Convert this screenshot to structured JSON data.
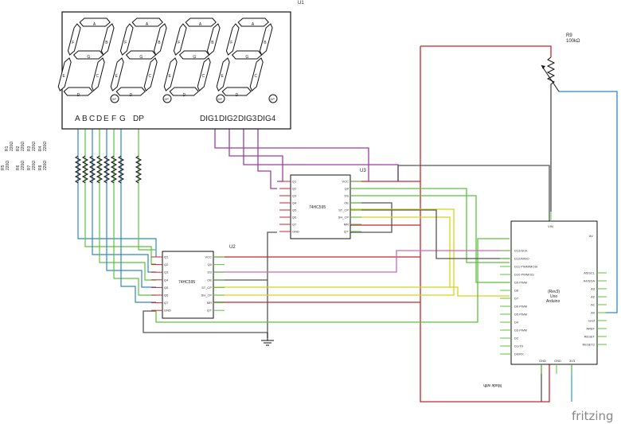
{
  "display": {
    "ref": "U1",
    "segment_labels": [
      "A",
      "B",
      "C",
      "D",
      "E",
      "F",
      "G"
    ],
    "dp_label": "DP",
    "digit_labels": [
      "DIG1",
      "DIG2",
      "DIG3",
      "DIG4"
    ],
    "seg_letters": [
      "A",
      "F",
      "B",
      "G",
      "E",
      "C",
      "D"
    ],
    "dp_badge": "DP"
  },
  "resistors": {
    "labels": [
      {
        "ref": "R1",
        "value": "220Ω"
      },
      {
        "ref": "R2",
        "value": "220Ω"
      },
      {
        "ref": "R3",
        "value": "220Ω"
      },
      {
        "ref": "R4",
        "value": "220Ω"
      },
      {
        "ref": "R5",
        "value": "220Ω"
      },
      {
        "ref": "R6",
        "value": "220Ω"
      },
      {
        "ref": "R7",
        "value": "220Ω"
      },
      {
        "ref": "R8",
        "value": "220Ω"
      }
    ]
  },
  "potentiometer": {
    "ref": "R9",
    "value": "100kΩ"
  },
  "u2": {
    "ref": "U2",
    "part": "74HC595",
    "left_pins": [
      "Q1",
      "Q2",
      "Q3",
      "Q4",
      "Q5",
      "Q6",
      "Q7",
      "GND"
    ],
    "right_pins": [
      "VCC",
      "Q0",
      "DS",
      "OE",
      "ST_CP",
      "SH_CP",
      "MR",
      "Q7'"
    ]
  },
  "u3": {
    "ref": "U3",
    "part": "74HC595",
    "left_pins": [
      "Q1",
      "Q2",
      "Q3",
      "Q4",
      "Q5",
      "Q6",
      "Q7",
      "GND"
    ],
    "right_pins": [
      "VCC",
      "Q0",
      "DS",
      "OE",
      "ST_CP",
      "SH_CP",
      "MR",
      "Q7'"
    ]
  },
  "arduino": {
    "title_lines": [
      "(Rev3)",
      "Uno",
      "Arduino"
    ],
    "left_pins": [
      "D13/SCK",
      "D12/MISO",
      "D11 PWM/MOSI",
      "D10 PWM/SS",
      "D9 PWM",
      "D8",
      "D7",
      "D6 PWM",
      "D5 PWM",
      "D4",
      "D3 PWM",
      "D2",
      "D1/TX",
      "D0/RX"
    ],
    "right_pins": [
      "A5/SCL",
      "A4/SDA",
      "A3",
      "A2",
      "A1",
      "A0",
      "ioref",
      "AREF",
      "RESET",
      "RESET2"
    ],
    "top_pin": "VIN",
    "top_right": "5V",
    "bottom_pins": [
      "GND",
      "GND",
      "3V3"
    ]
  },
  "footer": {
    "mirrored_text": "Made with",
    "brand": "fritzing"
  },
  "colors": {
    "red": "#c8262c",
    "purple": "#9b3f9e",
    "yellow": "#d9d21a",
    "green": "#5cc23c",
    "blue": "#2f86c6",
    "gray": "#555555",
    "pink": "#c96ab0",
    "cyan": "#3aa6c9"
  }
}
